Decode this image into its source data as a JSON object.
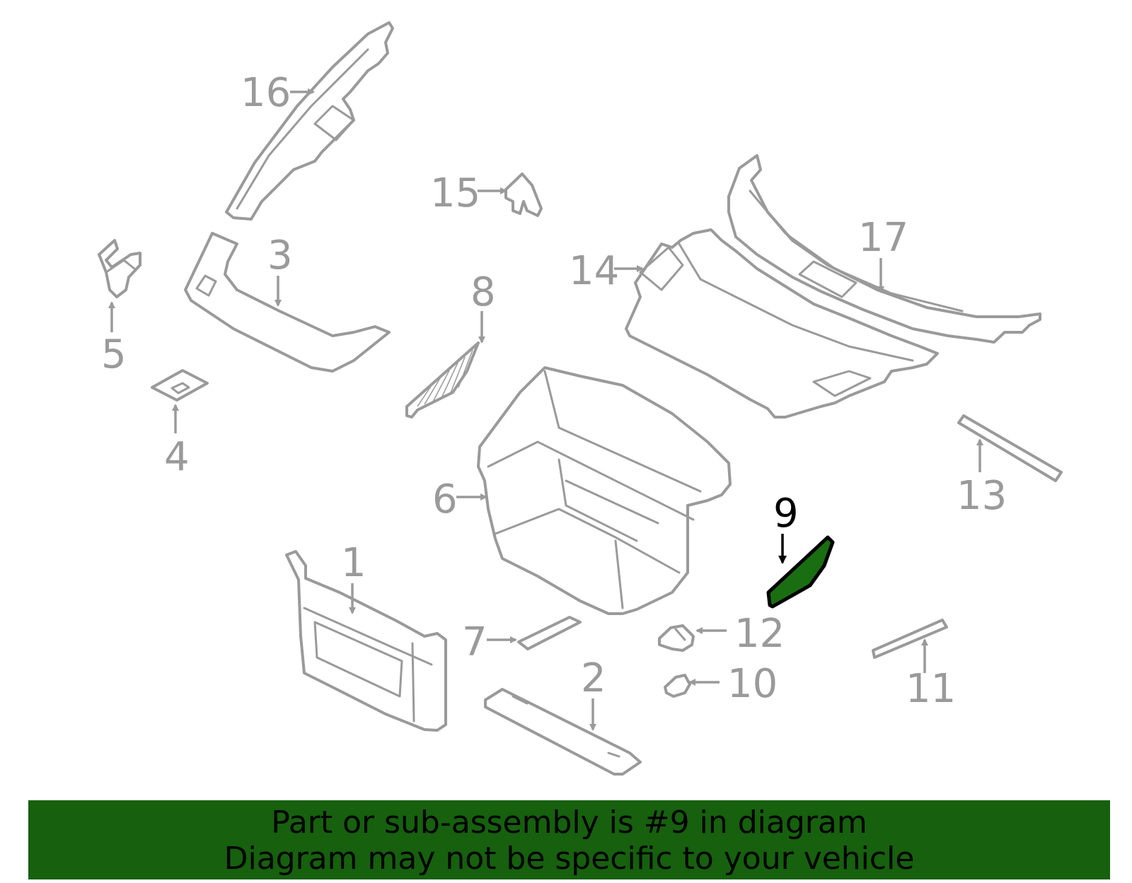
{
  "diagram": {
    "highlighted_part": "9",
    "callouts": [
      "1",
      "2",
      "3",
      "4",
      "5",
      "6",
      "7",
      "8",
      "9",
      "10",
      "11",
      "12",
      "13",
      "14",
      "15",
      "16",
      "17"
    ]
  },
  "banner": {
    "line1": "Part or sub-assembly is #9 in diagram",
    "line2": "Diagram may not be specific to your vehicle",
    "color": "#16600e"
  },
  "colors": {
    "line": "#9a9a9a",
    "highlight_fill": "#1a6e12",
    "highlight_text": "#000000"
  }
}
